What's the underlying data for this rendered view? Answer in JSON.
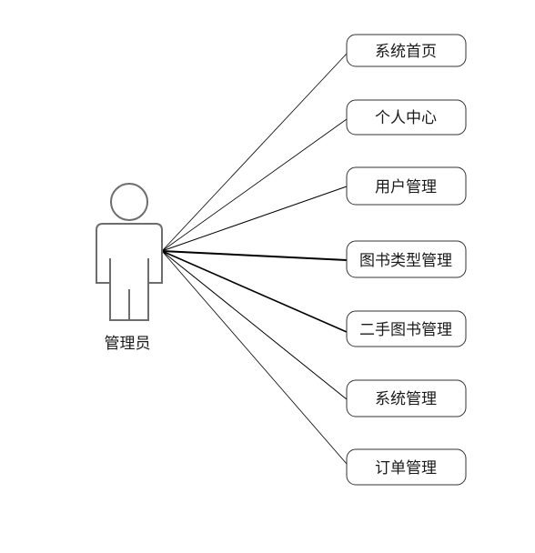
{
  "actor": {
    "label": "管理员",
    "icon": "person-icon"
  },
  "usecases": [
    {
      "label": "系统首页"
    },
    {
      "label": "个人中心"
    },
    {
      "label": "用户管理"
    },
    {
      "label": "图书类型管理"
    },
    {
      "label": "二手图书管理"
    },
    {
      "label": "系统管理"
    },
    {
      "label": "订单管理"
    }
  ],
  "colors": {
    "line": "#000000",
    "box_stroke": "#333333",
    "actor_stroke": "#6d6d6d"
  }
}
